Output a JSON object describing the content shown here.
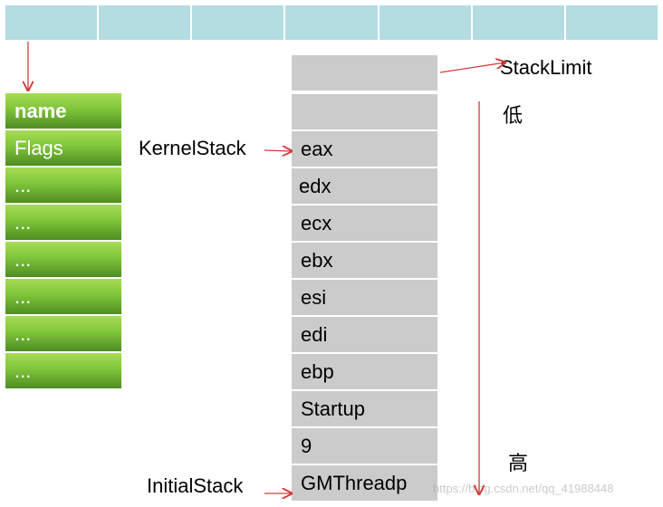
{
  "top_row": {
    "cells": [
      "",
      "",
      "",
      "",
      "",
      "",
      ""
    ]
  },
  "thread_fields": [
    "name",
    "Flags",
    "...",
    "...",
    "...",
    "...",
    "...",
    "..."
  ],
  "stack": [
    "",
    "",
    "eax",
    "edx",
    "ecx",
    "ebx",
    "esi",
    "edi",
    "ebp",
    "Startup",
    "9",
    "GMThreadp"
  ],
  "labels": {
    "stack_limit": "StackLimit",
    "kernel_stack": "KernelStack",
    "initial_stack": "InitialStack",
    "low": "低",
    "high": "高"
  },
  "watermark": "https://blog.csdn.net/qq_41988448",
  "colors": {
    "top_row": "#b3dde0",
    "green": "#7fc53a",
    "stack": "#cbcbcb",
    "arrow": "#d23a3a"
  }
}
